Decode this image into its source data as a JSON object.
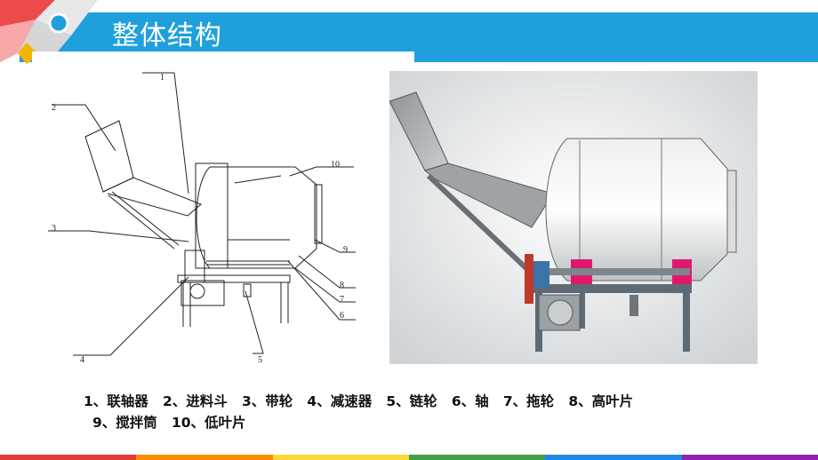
{
  "slide": {
    "title": "整体结构",
    "accent_color": "#1fa0dd"
  },
  "drawing": {
    "callouts": [
      "1",
      "2",
      "3",
      "4",
      "5",
      "6",
      "7",
      "8",
      "9",
      "10"
    ]
  },
  "caption": {
    "line1": "1、联轴器   2、进料斗   3、带轮   4、减速器   5、链轮   6、轴   7、拖轮   8、高叶片",
    "line2": "9、搅拌筒   10、低叶片"
  },
  "bottom_strip_colors": [
    "#e53935",
    "#fb8c00",
    "#fdd835",
    "#43a047",
    "#1e88e5",
    "#8e24aa"
  ]
}
